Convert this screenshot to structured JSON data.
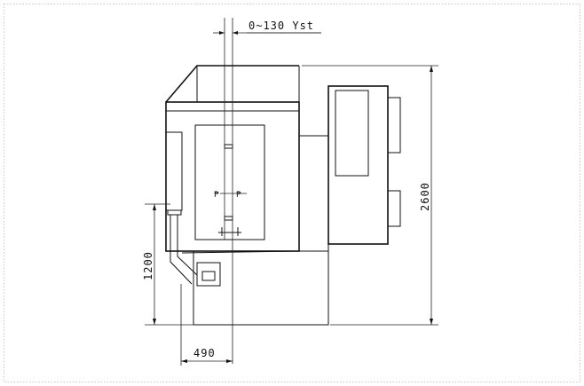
{
  "drawing": {
    "dimensions": {
      "stroke_label": "0~130 Yst",
      "height_total": "2600",
      "height_lower": "1200",
      "width_offset": "490"
    },
    "spindle_marks": {
      "left": "₱",
      "right": "₱"
    },
    "colors": {
      "line": "#111111",
      "background": "#ffffff",
      "frame": "#c8c8c8"
    }
  }
}
